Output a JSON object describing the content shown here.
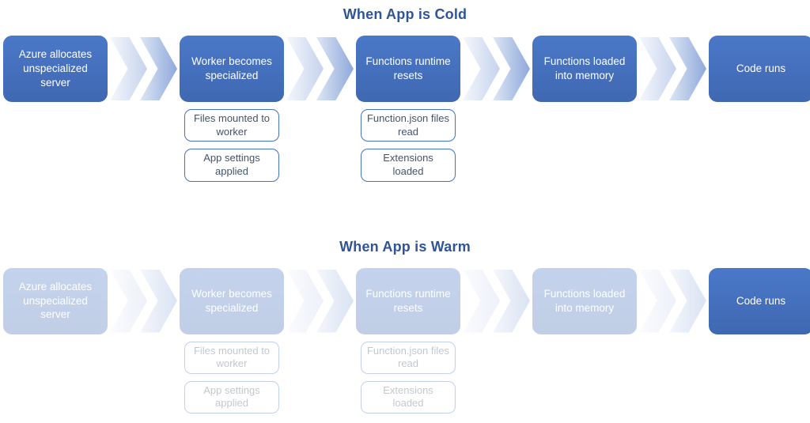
{
  "colors": {
    "box_fill": "#4472C4",
    "title_text": "#2F5597",
    "sub_box_border": "#4472C4",
    "sub_box_text": "#44546A",
    "faded_box_fill": "#CDD8EF"
  },
  "cold": {
    "title": "When App is Cold",
    "steps": [
      {
        "label": "Azure allocates unspecialized server"
      },
      {
        "label": "Worker becomes specialized",
        "subs": [
          "Files mounted to worker",
          "App settings applied"
        ]
      },
      {
        "label": "Functions runtime resets",
        "subs": [
          "Function.json files read",
          "Extensions loaded"
        ]
      },
      {
        "label": "Functions loaded into memory"
      },
      {
        "label": "Code runs"
      }
    ]
  },
  "warm": {
    "title": "When App is Warm",
    "steps": [
      {
        "label": "Azure allocates unspecialized server"
      },
      {
        "label": "Worker becomes specialized",
        "subs": [
          "Files mounted to worker",
          "App settings applied"
        ]
      },
      {
        "label": "Functions runtime resets",
        "subs": [
          "Function.json files read",
          "Extensions loaded"
        ]
      },
      {
        "label": "Functions loaded into memory"
      },
      {
        "label": "Code runs"
      }
    ]
  }
}
